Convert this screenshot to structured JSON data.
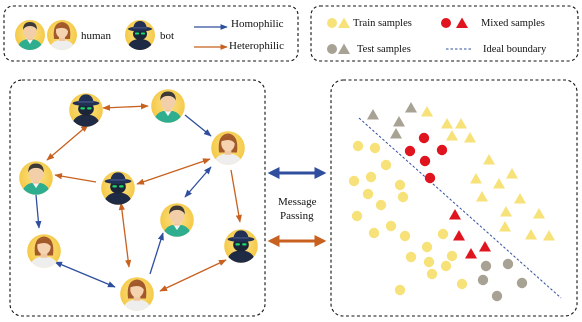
{
  "legend_left": {
    "human_label": "human",
    "bot_label": "bot",
    "homophilic_label": "Homophilic",
    "heterophilic_label": "Heterophilic",
    "homophilic_color": "#2f4f9e",
    "heterophilic_color": "#c8611f"
  },
  "legend_right": {
    "train_label": "Train samples",
    "mixed_label": "Mixed samples",
    "test_label": "Test samples",
    "boundary_label": "Ideal boundary",
    "train_color": "#f7e27a",
    "mixed_color": "#e0141e",
    "test_color": "#a8a294"
  },
  "middle": {
    "line1": "Message",
    "line2": "Passing"
  },
  "icons": {
    "human_node": "human-avatar-icon",
    "bot_node": "bot-hat-icon"
  }
}
